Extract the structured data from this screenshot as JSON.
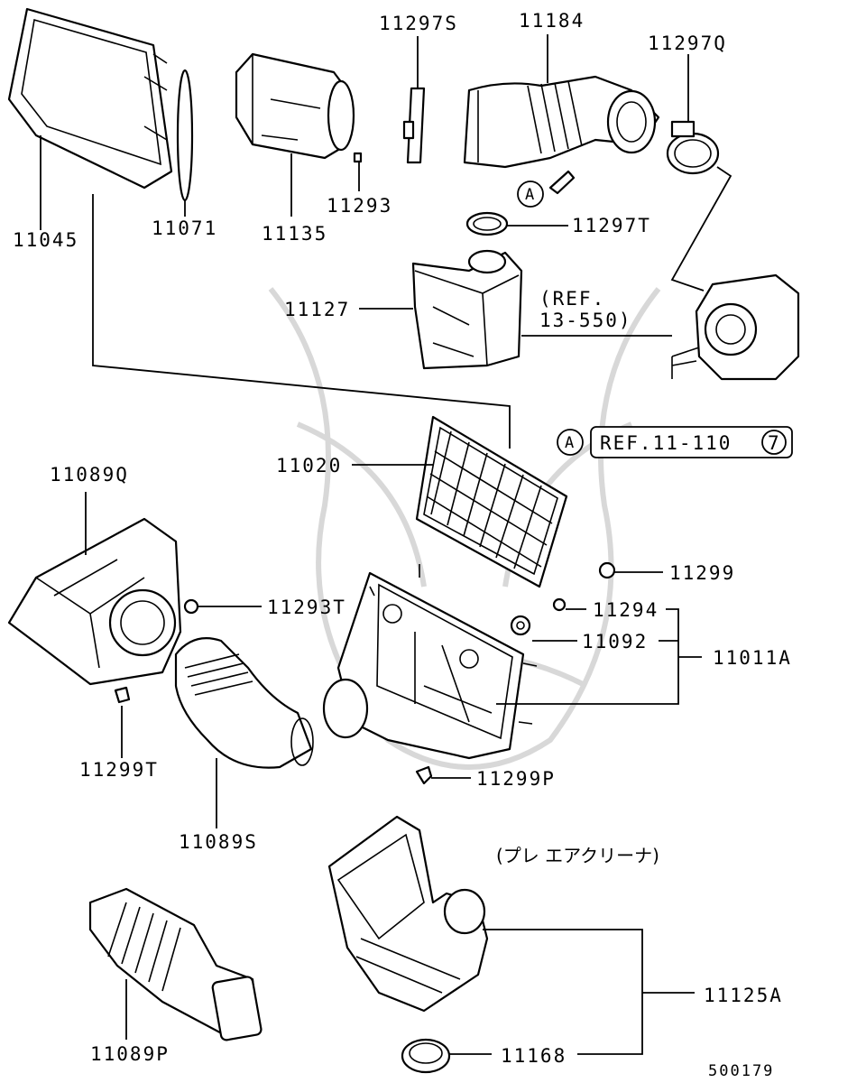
{
  "diagram": {
    "parts": {
      "p11045": "11045",
      "p11071": "11071",
      "p11135": "11135",
      "p11293": "11293",
      "p11297S": "11297S",
      "p11184": "11184",
      "p11297Q": "11297Q",
      "p11297T": "11297T",
      "p11127": "11127",
      "p11020": "11020",
      "p11089Q": "11089Q",
      "p11293T": "11293T",
      "p11299": "11299",
      "p11294": "11294",
      "p11092": "11092",
      "p11011A": "11011A",
      "p11299T": "11299T",
      "p11299P": "11299P",
      "p11089S": "11089S",
      "p11089P": "11089P",
      "p11125A": "11125A",
      "p11168": "11168"
    },
    "ref_a_marker": "A",
    "ref_a_marker2": "A",
    "ref_note_line1": "(REF.",
    "ref_note_line2": "13-550)",
    "ref_box_text": "REF.11-110",
    "ref_box_circle": "7",
    "jp_note": "(プレ エアクリーナ)",
    "diagram_id": "500179"
  }
}
